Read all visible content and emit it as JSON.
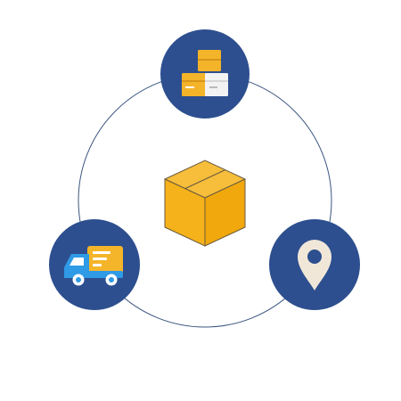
{
  "colors": {
    "background": "#ffffff",
    "node_fill": "#2d4f8f",
    "ring_stroke": "#3b5680",
    "box_top": "#f7be3b",
    "box_left": "#f6b21a",
    "box_right": "#f0a80d",
    "box_edge": "#6b5b3e",
    "truck_body": "#2f9ae6",
    "truck_cargo": "#f4b52a",
    "pin_fill": "#f1e7d8"
  },
  "nodes": [
    {
      "id": "warehouse",
      "icon": "stacked-boxes-icon"
    },
    {
      "id": "delivery",
      "icon": "delivery-truck-icon"
    },
    {
      "id": "destination",
      "icon": "location-pin-icon"
    }
  ],
  "center": {
    "icon": "package-box-icon"
  }
}
